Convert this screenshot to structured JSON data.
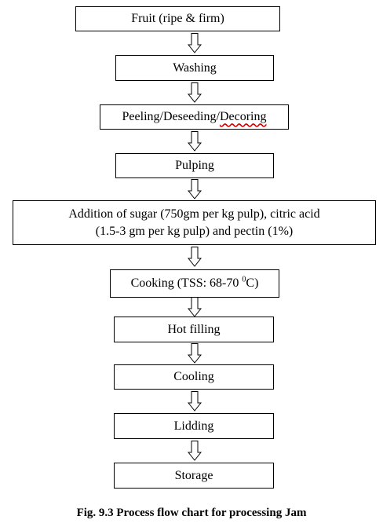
{
  "steps": {
    "s1": "Fruit (ripe & firm)",
    "s2": "Washing",
    "s3_a": "Peeling/Deseeding/",
    "s3_b": "Decoring",
    "s4": "Pulping",
    "s5_line1": "Addition of sugar (750gm per kg pulp), citric acid",
    "s5_line2": "(1.5-3 gm per kg pulp) and pectin (1%)",
    "s6_a": "Cooking (TSS: 68-70 ",
    "s6_sup": "0",
    "s6_b": "C)",
    "s7": "Hot filling",
    "s8": "Cooling",
    "s9": "Lidding",
    "s10": "Storage"
  },
  "caption": "Fig. 9.3 Process flow chart for processing Jam"
}
